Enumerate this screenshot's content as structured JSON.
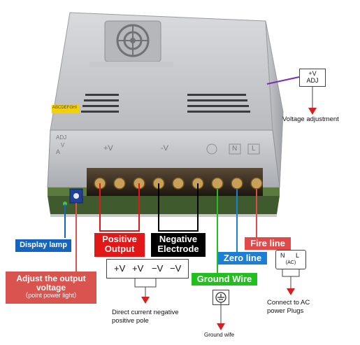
{
  "pcb_code": "ABCDEFGHI",
  "terminal_labels": {
    "adj": "ADJ",
    "adj_v": "V",
    "adj_a": "A",
    "positive": "+V",
    "negative": "-V",
    "n": "N",
    "l": "L"
  },
  "callouts": {
    "display_lamp": "Display lamp",
    "adjust_output_line1": "Adjust the output",
    "adjust_output_line2": "voltage",
    "adjust_output_line3": "（point power light）",
    "positive_output_line1": "Positive",
    "positive_output_line2": "Output",
    "negative_electrode_line1": "Negative",
    "negative_electrode_line2": "Electrode",
    "ground_wire": "Ground Wire",
    "zero_line": "Zero line",
    "fire_line": "Fire line"
  },
  "adj_box": {
    "top": "+V",
    "bottom": "ADJ",
    "caption": "Voltage adjustment"
  },
  "dc_box": {
    "terminals": [
      "+V",
      "+V",
      "−V",
      "−V"
    ],
    "caption_line1": "Direct current negative",
    "caption_line2": "positive pole"
  },
  "ac_box": {
    "left": "N",
    "right": "L",
    "center": "(AC)",
    "caption_line1": "Connect to AC",
    "caption_line2": "power Plugs"
  },
  "ground_box": {
    "caption": "Ground wife"
  },
  "colors": {
    "positive": "#e21818",
    "negative": "#000000",
    "ground": "#22c01f",
    "zero": "#1c7fd6",
    "fire": "#e24a4a",
    "display_lamp": "#1565c0",
    "adjust": "#d9534f",
    "arrow": "#d32020"
  }
}
